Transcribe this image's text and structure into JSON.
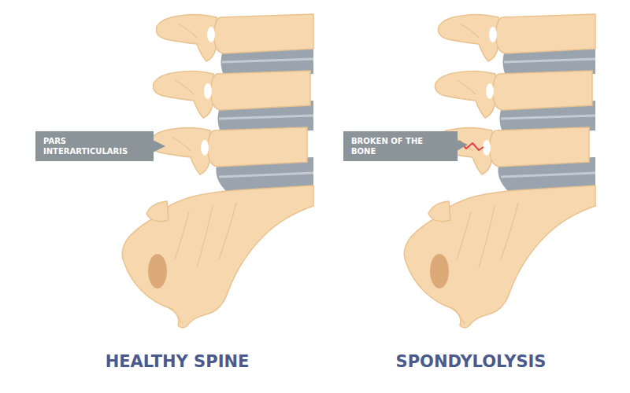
{
  "diagram": {
    "nodes": [
      {
        "text": [
          "PARS INTERARTICULARIS"
        ]
      },
      {
        "text": [
          "BROKEN OF THE BONE"
        ]
      }
    ],
    "labels": [
      "HEALTHY SPINE",
      "SPONDYLOLYSIS"
    ]
  }
}
